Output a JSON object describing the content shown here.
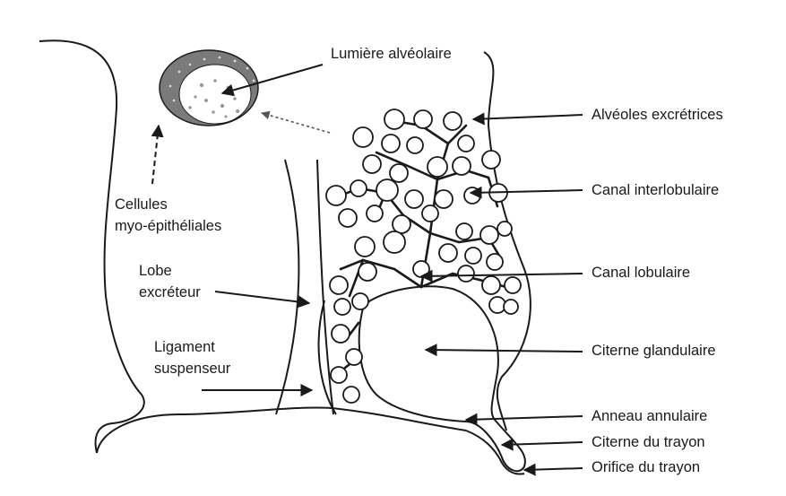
{
  "labels": {
    "lumiere_alveolaire": "Lumière alvéolaire",
    "alveoles_excretrices": "Alvéoles excrétrices",
    "canal_interlobulaire": "Canal interlobulaire",
    "canal_lobulaire": "Canal lobulaire",
    "citerne_glandulaire": "Citerne glandulaire",
    "anneau_annulaire": "Anneau annulaire",
    "citerne_du_trayon": "Citerne du trayon",
    "orifice_du_trayon": "Orifice du trayon",
    "cellules_line1": "Cellules",
    "cellules_line2": "myo-épithéliales",
    "lobe_line1": "Lobe",
    "lobe_line2": "excréteur",
    "ligament_line1": "Ligament",
    "ligament_line2": "suspenseur"
  },
  "colors": {
    "stroke": "#1a1a1a",
    "alveolus_fill": "#7a7a7a",
    "lumen_fill": "#ffffff",
    "background": "#ffffff"
  }
}
